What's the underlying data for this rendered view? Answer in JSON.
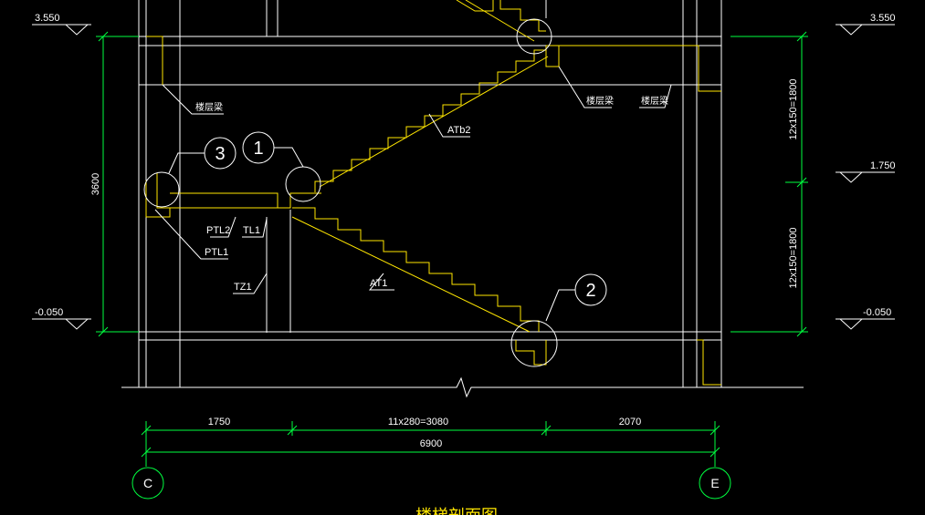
{
  "colors": {
    "background": "#000000",
    "lines": "#ffffff",
    "stairs": "#ffe600",
    "dimensions": "#00ff40",
    "callouts": "#ffffff"
  },
  "elevations": {
    "left_top": "3.550",
    "left_bottom": "-0.050",
    "right_top": "3.550",
    "right_mid": "1.750",
    "right_bottom": "-0.050"
  },
  "left_dim": "3600",
  "right_dims": {
    "upper": "12x150=1800",
    "lower": "12x150=1800"
  },
  "bottom_dims": {
    "seg1": "1750",
    "seg2": "11x280=3080",
    "seg3": "2070",
    "total": "6900"
  },
  "axes": {
    "left": "C",
    "right": "E"
  },
  "callouts": {
    "c1": "1",
    "c2": "2",
    "c3": "3"
  },
  "labels": {
    "beam_left": "楼层梁",
    "beam_right1": "楼层梁",
    "beam_right2": "楼层梁",
    "atb2": "ATb2",
    "at1": "AT1",
    "ptl2": "PTL2",
    "tl1": "TL1",
    "ptl1": "PTL1",
    "tz1": "TZ1"
  },
  "drawing_title": "楼梯剖面图"
}
